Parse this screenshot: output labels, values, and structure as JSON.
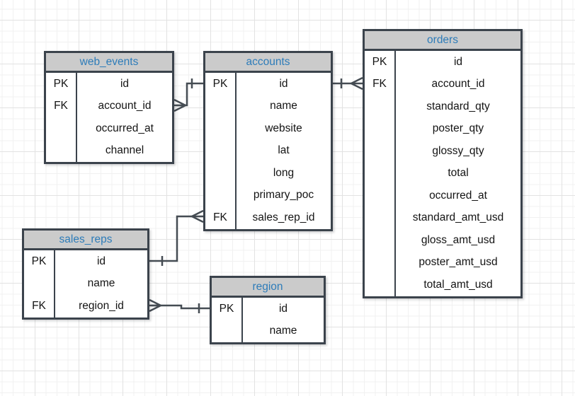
{
  "diagram": {
    "kind": "entity-relationship-diagram",
    "tables": [
      {
        "name": "web_events",
        "fields": [
          {
            "key": "PK",
            "name": "id"
          },
          {
            "key": "FK",
            "name": "account_id"
          },
          {
            "key": "",
            "name": "occurred_at"
          },
          {
            "key": "",
            "name": "channel"
          }
        ]
      },
      {
        "name": "accounts",
        "fields": [
          {
            "key": "PK",
            "name": "id"
          },
          {
            "key": "",
            "name": "name"
          },
          {
            "key": "",
            "name": "website"
          },
          {
            "key": "",
            "name": "lat"
          },
          {
            "key": "",
            "name": "long"
          },
          {
            "key": "",
            "name": "primary_poc"
          },
          {
            "key": "FK",
            "name": "sales_rep_id"
          }
        ]
      },
      {
        "name": "orders",
        "fields": [
          {
            "key": "PK",
            "name": "id"
          },
          {
            "key": "FK",
            "name": "account_id"
          },
          {
            "key": "",
            "name": "standard_qty"
          },
          {
            "key": "",
            "name": "poster_qty"
          },
          {
            "key": "",
            "name": "glossy_qty"
          },
          {
            "key": "",
            "name": "total"
          },
          {
            "key": "",
            "name": "occurred_at"
          },
          {
            "key": "",
            "name": "standard_amt_usd"
          },
          {
            "key": "",
            "name": "gloss_amt_usd"
          },
          {
            "key": "",
            "name": "poster_amt_usd"
          },
          {
            "key": "",
            "name": "total_amt_usd"
          }
        ]
      },
      {
        "name": "sales_reps",
        "fields": [
          {
            "key": "PK",
            "name": "id"
          },
          {
            "key": "",
            "name": "name"
          },
          {
            "key": "FK",
            "name": "region_id"
          }
        ]
      },
      {
        "name": "region",
        "fields": [
          {
            "key": "PK",
            "name": "id"
          },
          {
            "key": "",
            "name": "name"
          }
        ]
      }
    ],
    "relationships": [
      {
        "from_table": "web_events",
        "from_field": "account_id",
        "from_cardinality": "many",
        "to_table": "accounts",
        "to_field": "id",
        "to_cardinality": "one",
        "notation": "crow-foot"
      },
      {
        "from_table": "orders",
        "from_field": "account_id",
        "from_cardinality": "many",
        "to_table": "accounts",
        "to_field": "id",
        "to_cardinality": "one",
        "notation": "crow-foot"
      },
      {
        "from_table": "accounts",
        "from_field": "sales_rep_id",
        "from_cardinality": "many",
        "to_table": "sales_reps",
        "to_field": "id",
        "to_cardinality": "one",
        "notation": "crow-foot"
      },
      {
        "from_table": "sales_reps",
        "from_field": "region_id",
        "from_cardinality": "many",
        "to_table": "region",
        "to_field": "id",
        "to_cardinality": "one",
        "notation": "crow-foot"
      }
    ],
    "colors": {
      "table_border": "#3b434c",
      "header_background": "#cbcbcb",
      "header_text": "#2d7cb9",
      "field_text": "#141414",
      "connector": "#454c53",
      "canvas_background": "#ffffff",
      "grid_minor": "#f1f1f1",
      "grid_major": "#e2e2e2"
    }
  }
}
